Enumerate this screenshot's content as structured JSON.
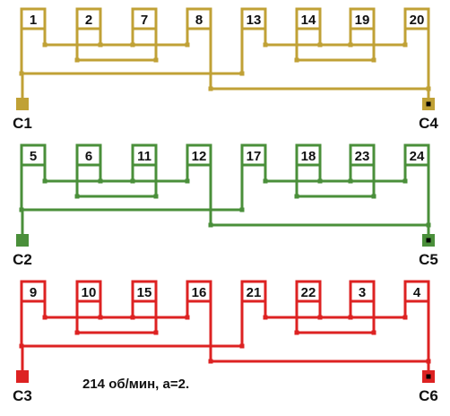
{
  "caption": "214 об/мин, a=2.",
  "phases": [
    {
      "color": "#c0a136",
      "coils": [
        "1",
        "2",
        "7",
        "8",
        "13",
        "14",
        "19",
        "20"
      ],
      "start_terminal": "C1",
      "end_terminal": "C4"
    },
    {
      "color": "#4a8f3a",
      "coils": [
        "5",
        "6",
        "11",
        "12",
        "17",
        "18",
        "23",
        "24"
      ],
      "start_terminal": "C2",
      "end_terminal": "C5"
    },
    {
      "color": "#dd2222",
      "coils": [
        "9",
        "10",
        "15",
        "16",
        "21",
        "22",
        "3",
        "4"
      ],
      "start_terminal": "C3",
      "end_terminal": "C6"
    }
  ]
}
